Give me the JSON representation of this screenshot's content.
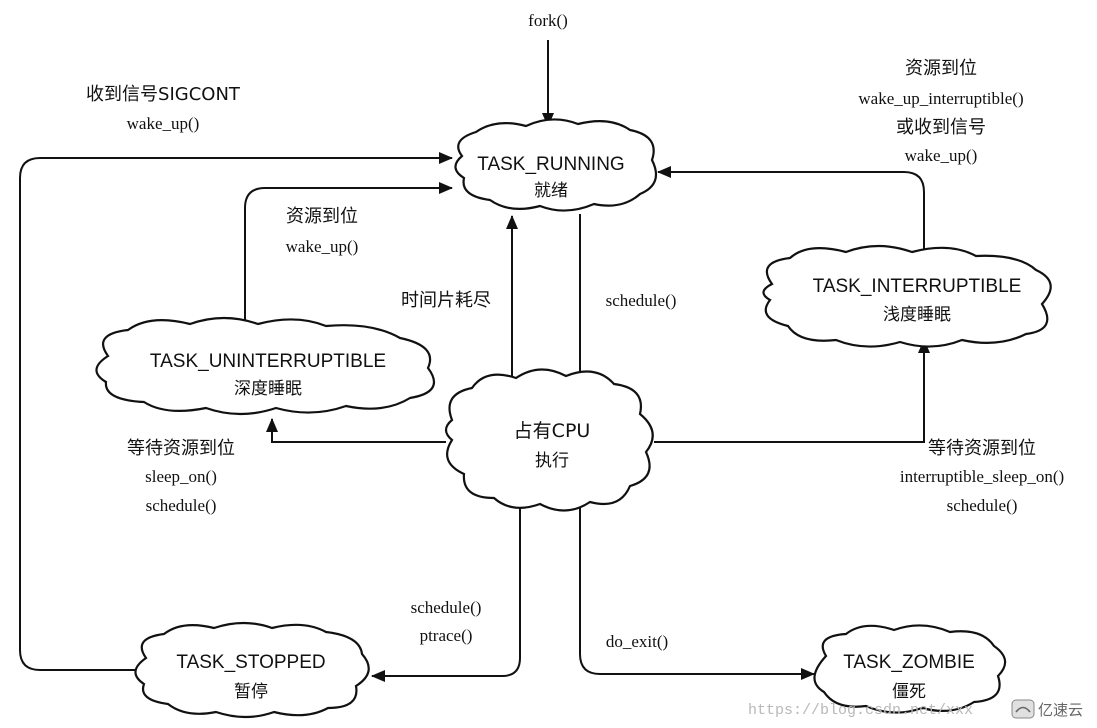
{
  "nodes": {
    "running": {
      "title": "TASK_RUNNING",
      "sub": "就绪"
    },
    "cpu": {
      "title": "占有CPU",
      "sub": "执行"
    },
    "interruptible": {
      "title": "TASK_INTERRUPTIBLE",
      "sub": "浅度睡眠"
    },
    "uninterruptible": {
      "title": "TASK_UNINTERRUPTIBLE",
      "sub": "深度睡眠"
    },
    "stopped": {
      "title": "TASK_STOPPED",
      "sub": "暂停"
    },
    "zombie": {
      "title": "TASK_ZOMBIE",
      "sub": "僵死"
    }
  },
  "edges": {
    "fork": [
      "fork()"
    ],
    "sigcont": [
      "收到信号SIGCONT",
      "wake_up()"
    ],
    "wake_interruptible": [
      "资源到位",
      "wake_up_interruptible()",
      "或收到信号",
      "wake_up()"
    ],
    "wake_uninterruptible": [
      "资源到位",
      "wake_up()"
    ],
    "timeslice": [
      "时间片耗尽"
    ],
    "schedule": [
      "schedule()"
    ],
    "sleep_uninterruptible": [
      "等待资源到位",
      "sleep_on()",
      "schedule()"
    ],
    "sleep_interruptible": [
      "等待资源到位",
      "interruptible_sleep_on()",
      "schedule()"
    ],
    "stop": [
      "schedule()",
      "ptrace()"
    ],
    "exit": [
      "do_exit()"
    ]
  },
  "watermark": {
    "url": "https://blog.csdn.net/xxx",
    "logo_icon": "yisu-cloud-logo-icon",
    "logo_text": "亿速云"
  }
}
